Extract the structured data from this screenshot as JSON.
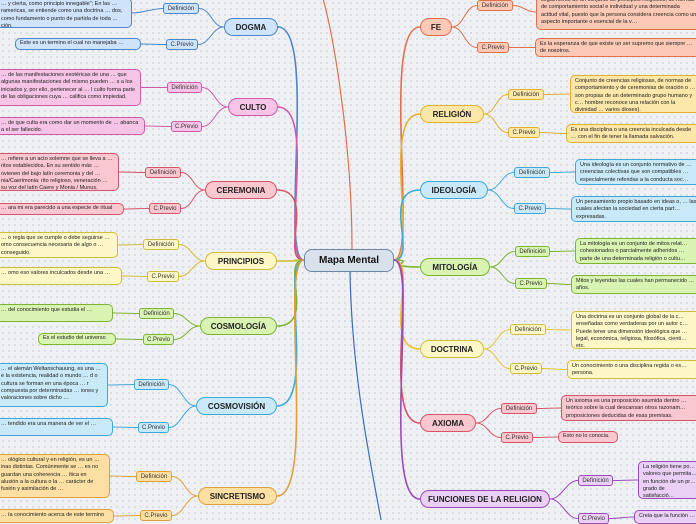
{
  "center": {
    "label": "Mapa Mental"
  },
  "left": [
    {
      "topic": "DOGMA",
      "def": "Definición",
      "prev": "C.Previo",
      "def_text": "… y cierta, como principio innegable\"; En las … ramericas, se entiende como una doctrina … dos, como fundamento o punto de partida de toda … ción.",
      "prev_text": "Este es un termino el cual no manejaba …"
    },
    {
      "topic": "CULTO",
      "def": "Definición",
      "prev": "C.Previo",
      "def_text": "… de las manifestaciones exotéricas de una … que algunas manifestaciones del mismo pueden … s a los iniciados y, por ello, pertenecer al … l culto forma parte de las obligaciones cuya … califica como impiedad.",
      "prev_text": "… de que culta era como dar un momento de … abanca a el ser fallecido."
    },
    {
      "topic": "CEREMONIA",
      "def": "Definición",
      "prev": "C.Previo",
      "def_text": "… refiere a un acto solemne que se lleva a … ritos establecidos. En su sentido más … ovienen del bajo latín ceremonia y del … nia/Caerimonia: rito religioso, veneración … su voz del latín Caere y Monia / Munus.",
      "prev_text": "… ara mi era parecido a una especie de ritual"
    },
    {
      "topic": "PRINCIPIOS",
      "def": "Definición",
      "prev": "C.Previo",
      "def_text": "… o regla que se cumple o debe seguirse … omo consecuencia necesaria de algo o … conseguido.",
      "prev_text": "… omo eso valores inculcados desde una …"
    },
    {
      "topic": "COSMOLOGÍA",
      "def": "Definición",
      "prev": "C.Previo",
      "def_text": "… del conocimiento que estudia el …",
      "prev_text": "Es el estudio del universo"
    },
    {
      "topic": "COSMOVISIÓN",
      "def": "Definición",
      "prev": "C.Previo",
      "def_text": "… el alemán Weltanschauung, es una … e la existencia, realidad o mundo … d o cultura se forman en una época … r compuesta por determinadas … iones y valoraciones sobre dicho …",
      "prev_text": "… tendido era una manera de ver el …"
    },
    {
      "topic": "SINCRETISMO",
      "def": "Definición",
      "prev": "C.Previo",
      "def_text": "… ológico cultural y en religión, es un … inas distintas. Comúnmente se … es no guardan una coherencia … ítica en alusión a la cultura o la … carácter de fusión y asimilación de …",
      "prev_text": "… ía conocimiento acerca de este termino …"
    }
  ],
  "right": [
    {
      "topic": "FE",
      "def": "Definición",
      "prev": "C.Previo",
      "def_text": "seguimiento de un conjunto de principios religiosos, de normas de comportamiento social e individual y una determinada actitud vital, puesto que la persona considera creencia como un aspecto importante o esencial de la v…",
      "prev_text": "Es la esperanza de que existe un ser supremo que siempre … de nosotros."
    },
    {
      "topic": "RELIGIÓN",
      "def": "Definición",
      "prev": "C.Previo",
      "def_text": "Conjunto de creencias religiosas, de normas de comportamiento y de ceremonias de oración o … son propias de un determinado grupo humano y c… hombre reconoce una relación con la divinidad … varios dioses).",
      "prev_text": "Es una disciplina o una creencia inculcada desde … con el fin de tener la llamada salvación."
    },
    {
      "topic": "IDEOLOGÍA",
      "def": "Definición",
      "prev": "C.Previo",
      "def_text": "Una ideología es un conjunto normativo de … creencias colectivas que son compatibles … especialmente referidas a la conducta soc…",
      "prev_text": "Un pensamiento propio basado en ideas o, … las cuales afectan la sociedad en cierta part… expresadas."
    },
    {
      "topic": "MITOLOGÍA",
      "def": "Definición",
      "prev": "C.Previo",
      "def_text": "La mitología es un conjunto de mitos relat… cohesionados o parcialmente adheridos … parte de una determinada religión o cultu…",
      "prev_text": "Mitos y leyendas las cuales han permanecido … años."
    },
    {
      "topic": "DOCTRINA",
      "def": "Definición",
      "prev": "C.Previo",
      "def_text": "Una doctrina es un conjunto global de la c… enseñadas como verdaderas por un autor c… Puede tener una dimensión ideológica que … legal, económica, religiosa, filosófica, cienti… etc.",
      "prev_text": "Un conocimiento o una disciplina regida o es… persona."
    },
    {
      "topic": "AXIOMA",
      "def": "Definición",
      "prev": "C.Previo",
      "def_text": "Un axioma es una proposición asumida dentro … teórico sobre la cual descansan otros razonam… proposiciones deducidas de esas premisas.",
      "prev_text": "Esto no lo conocia."
    },
    {
      "topic": "FUNCIONES DE LA RELIGION",
      "def": "Definición",
      "prev": "C.Previo",
      "def_text": "La religión tiene po… valores que permita… en función de un pr… grado de satisfacció… sufrimiento y alcanz…",
      "prev_text": "Creia que la función …"
    }
  ],
  "colors": {
    "left": [
      "#4a86c8",
      "#cf5aa8",
      "#d65468",
      "#d2bd3a",
      "#7db435",
      "#3ea8d8",
      "#dfa03b"
    ],
    "right": [
      "#e0704b",
      "#e2b22e",
      "#3ea8d8",
      "#7db435",
      "#e2c72e",
      "#d65468",
      "#9b4ab8"
    ]
  }
}
